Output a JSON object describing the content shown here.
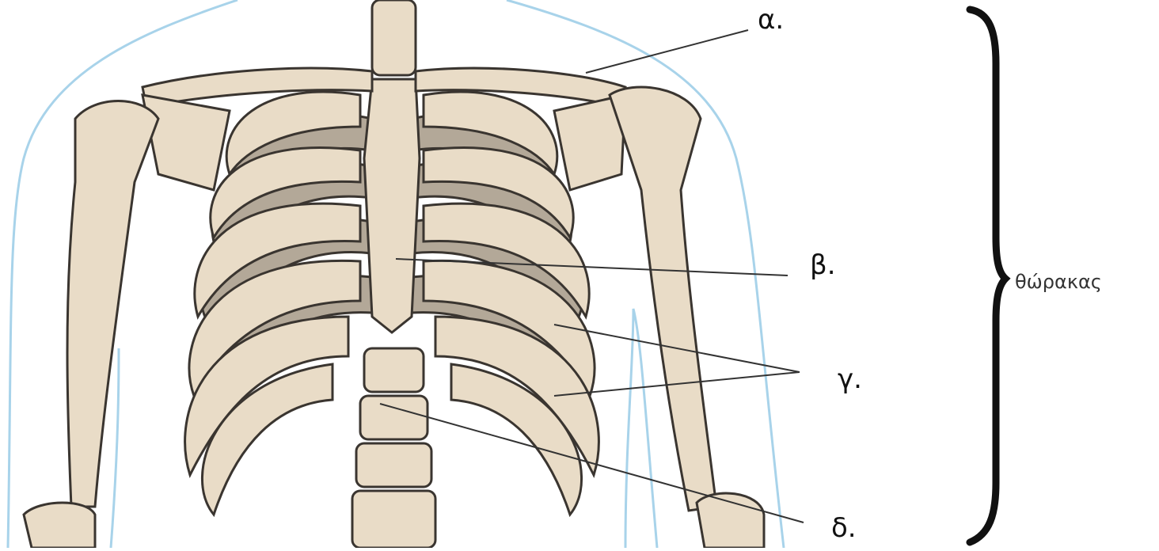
{
  "labels": {
    "alpha": "α.",
    "beta": "β.",
    "gamma": "γ.",
    "delta": "δ."
  },
  "brace_label": "θώρακας",
  "colors": {
    "bone": "#e9dcc7",
    "bone_shadow": "#b3a898",
    "outline": "#3a3530",
    "body_outline": "#a8d3ea",
    "leader_line": "#333333",
    "brace": "#111111"
  }
}
